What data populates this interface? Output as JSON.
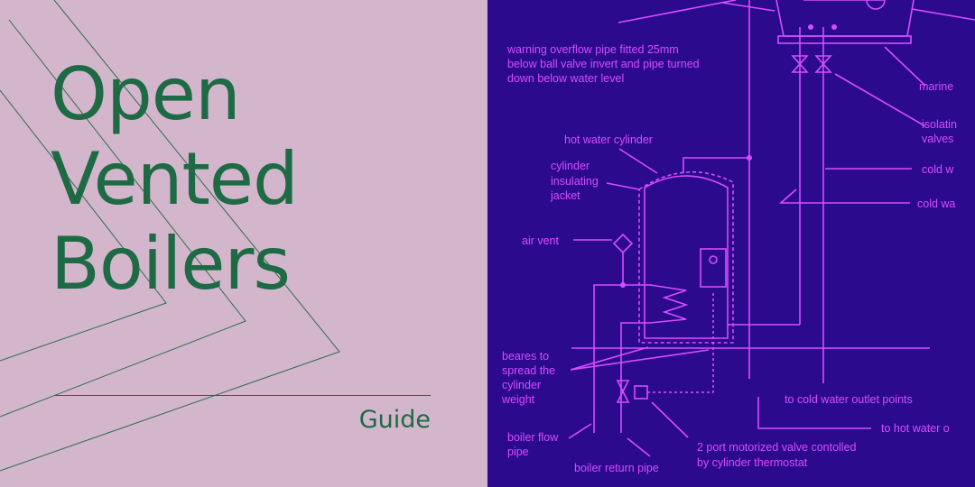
{
  "title_lines": [
    "Open",
    "Vented",
    "Boilers"
  ],
  "category": "Guide",
  "colors": {
    "left_background": "#d4b6cc",
    "accent_green": "#1d6a45",
    "diagram_background": "#2b0a8e",
    "diagram_lines": "#d84cff"
  },
  "diagram": {
    "labels": {
      "overflow": [
        "warning overflow pipe fitted 25mm",
        "below ball valve invert and pipe turned",
        "down below water level"
      ],
      "marine": "marine",
      "isolating": [
        "isolatin",
        "valves"
      ],
      "hot_water_cylinder": "hot water cylinder",
      "jacket": [
        "cylinder",
        "insulating",
        "jacket"
      ],
      "cold_w1": "cold w",
      "cold_w2": "cold wa",
      "air_vent": "air vent",
      "bearers": [
        "beares to",
        "spread the",
        "cylinder",
        "weight"
      ],
      "cold_outlet": "to cold water outlet points",
      "hot_outlet": "to hot water o",
      "boiler_flow": [
        "boiler flow",
        "pipe"
      ],
      "boiler_return": "boiler return pipe",
      "motorized_valve": [
        "2 port motorized valve contolled",
        "by cylinder thermostat"
      ]
    }
  }
}
